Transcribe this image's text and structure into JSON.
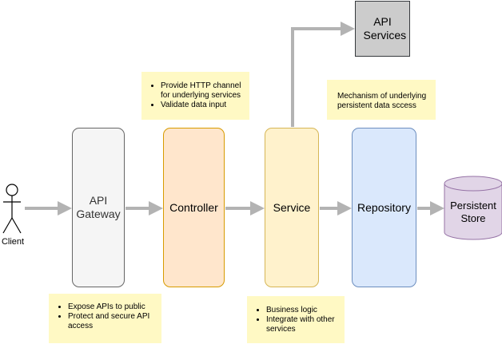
{
  "nodes": {
    "client": "Client",
    "gateway": "API Gateway",
    "controller": "Controller",
    "service": "Service",
    "repository": "Repository",
    "persistent_store": "Persistent Store",
    "api_services": "API Services"
  },
  "notes": {
    "controller": [
      "Provide HTTP channel for underlying services",
      "Validate data input"
    ],
    "gateway": [
      "Expose APIs to public",
      "Protect and secure API access"
    ],
    "service": [
      "Business logic",
      "Integrate with other services"
    ],
    "repository": "Mechanism of underlying persistent data sccess"
  },
  "colors": {
    "arrow": "#b3b3b3",
    "note": "#fff9c4",
    "gateway_fill": "#f5f5f5",
    "controller_fill": "#ffe6cc",
    "service_fill": "#fff2cc",
    "repository_fill": "#dae8fc",
    "store_fill": "#e1d5e7",
    "api_services_fill": "#cccccc"
  }
}
